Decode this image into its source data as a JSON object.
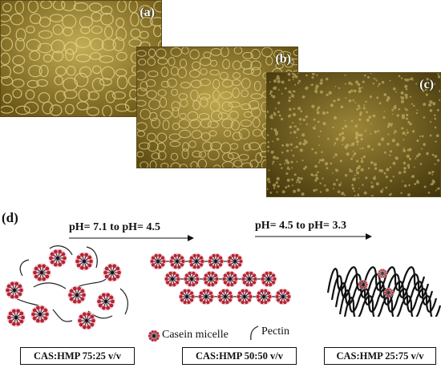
{
  "panels": {
    "a_label": "(a)",
    "b_label": "(b)",
    "c_label": "(c)",
    "d_label": "(d)"
  },
  "transitions": {
    "first": "pH= 7.1 to pH= 4.5",
    "second": "pH= 4.5 to pH= 3.3"
  },
  "legend": {
    "casein": "Casein micelle",
    "pectin": "Pectin"
  },
  "captions": {
    "ratio_1": "CAS:HMP 75:25 v/v",
    "ratio_2": "CAS:HMP 50:50 v/v",
    "ratio_3": "CAS:HMP 25:75 v/v"
  },
  "colors": {
    "micrograph_dark": "#4a3a0a",
    "micrograph_light": "#c9b35a",
    "micelle_red": "#b3262a",
    "micelle_halo": "#f3c7dc",
    "pectin_line": "#111111"
  }
}
